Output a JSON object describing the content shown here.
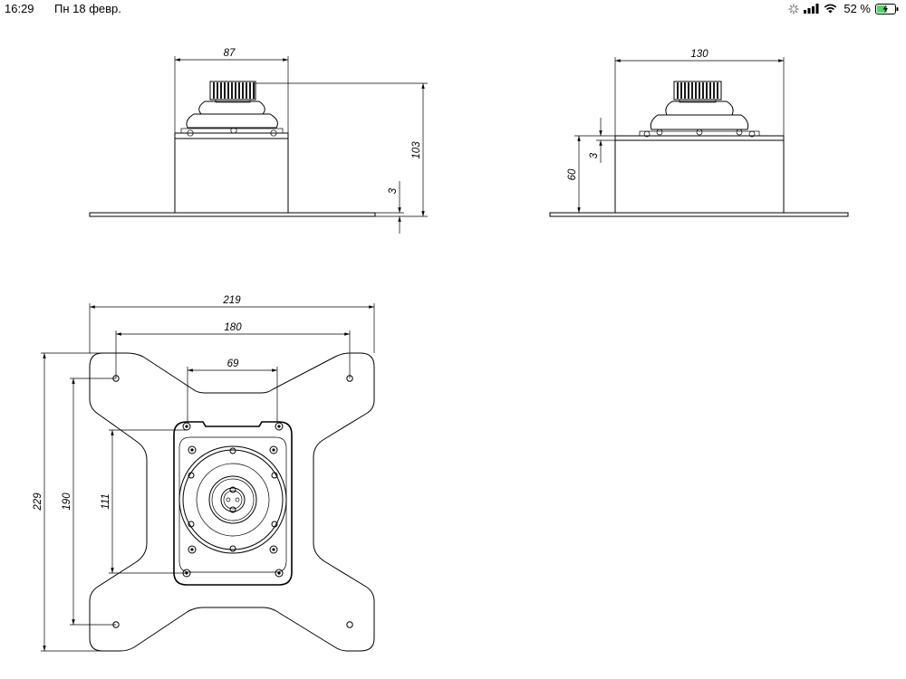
{
  "status_bar": {
    "time": "16:29",
    "date": "Пн 18 февр.",
    "battery_percent": "52 %",
    "icons": [
      "activity-spinner-icon",
      "cellular-signal-icon",
      "wifi-icon",
      "battery-charging-icon"
    ],
    "battery_color": "#4cd964"
  },
  "drawing": {
    "side_view": {
      "width_dim": "87",
      "height_dim": "103",
      "plate_thickness_dim": "3"
    },
    "front_view": {
      "width_dim": "130",
      "plate_thickness_dim": "3",
      "height_dim": "60"
    },
    "top_view": {
      "overall_width_dim": "219",
      "hole_spacing_x_dim": "180",
      "inner_width_dim": "69",
      "overall_height_dim": "229",
      "hole_spacing_y_dim": "190",
      "inner_height_dim": "111"
    }
  }
}
